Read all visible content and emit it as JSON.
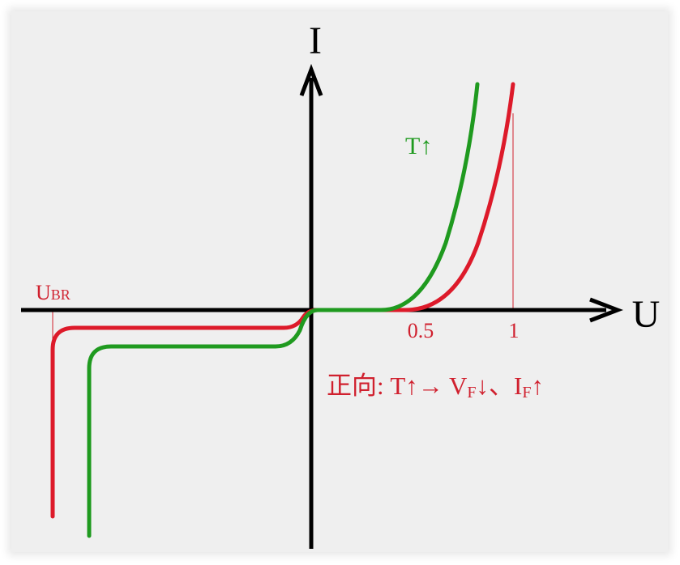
{
  "axes": {
    "y_label": "I",
    "x_label": "U",
    "x_ticks": [
      "0.5",
      "1"
    ]
  },
  "labels": {
    "breakdown_main": "U",
    "breakdown_sub": "BR",
    "temperature": "T↑",
    "forward_prefix": "正向: T↑→ V",
    "vf_sub": "F",
    "mid": "↓、I",
    "if_sub": "F",
    "suffix": "↑"
  },
  "colors": {
    "axis": "#000000",
    "curve_base": "#dd1a2a",
    "curve_high_temp": "#1f9a1f",
    "label_red": "#d0202e",
    "label_green": "#1f9a1f",
    "background": "#efefef"
  }
}
